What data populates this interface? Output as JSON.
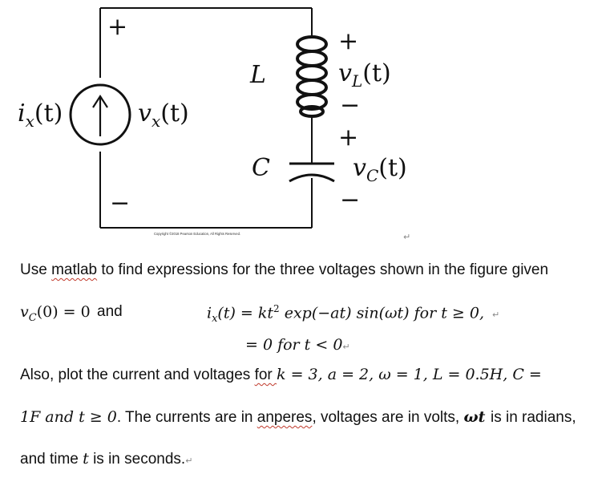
{
  "circuit": {
    "source_current_label": "i",
    "source_current_sub": "x",
    "source_current_arg": "(t)",
    "source_voltage_label": "v",
    "source_voltage_sub": "x",
    "source_voltage_arg": "(t)",
    "source_plus": "+",
    "source_minus": "−",
    "inductor_label": "L",
    "capacitor_label": "C",
    "vl_plus": "+",
    "vl_label": "v",
    "vl_sub": "L",
    "vl_arg": "(t)",
    "vl_minus": "−",
    "vc_plus": "+",
    "vc_label": "v",
    "vc_sub": "C",
    "vc_arg": "(t)",
    "vc_minus": "−",
    "copyright": "Copyright ©2018 Pearson Education, All Rights Reserved."
  },
  "text": {
    "line1_a": "Use ",
    "line1_matlab": "matlab",
    "line1_b": " to find expressions for the three voltages shown in the figure given",
    "vc0_a": "v",
    "vc0_sub": "C",
    "vc0_b": "(0) = 0",
    "and": "and",
    "ix_a": "i",
    "ix_sub": "x",
    "ix_b": "(t) = kt",
    "ix_exp": "2",
    "ix_c": " exp(−at) sin(ωt) for  t ≥ 0,",
    "zero_line": "= 0  for  t < 0",
    "also_a": "Also,  plot  the  current  and  voltages ",
    "also_for": "for ",
    "also_b": " k = 3, a = 2, ω = 1, L = 0.5H, C =",
    "line4_a": "1F  and  t ≥ 0",
    "line4_b": ". The currents are in ",
    "line4_anperes": "anperes",
    "line4_c": ", voltages are in volts, ",
    "line4_wt": " ωt ",
    "line4_d": " is in radians,",
    "line5_a": "and time ",
    "line5_t": "t",
    "line5_b": " is in seconds.",
    "return_mark": "↵"
  }
}
